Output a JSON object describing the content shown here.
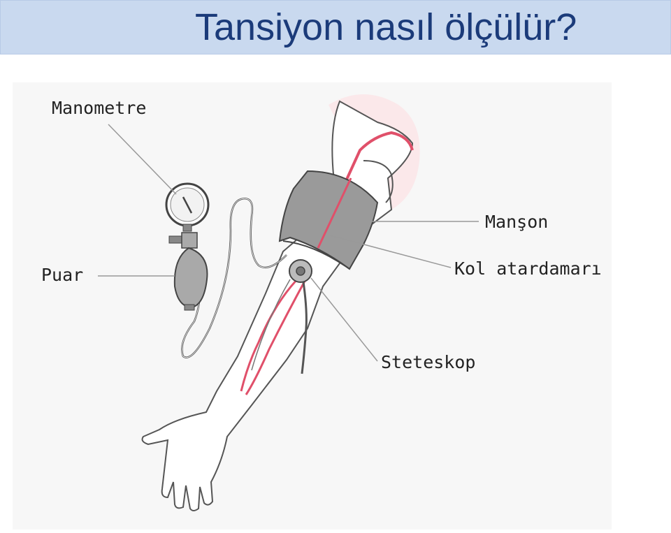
{
  "title": "Tansiyon nasıl ölçülür?",
  "labels": {
    "manometer": "Manometre",
    "bulb": "Puar",
    "cuff": "Manşon",
    "artery": "Kol atardamarı",
    "stethoscope": "Steteskop"
  },
  "colors": {
    "title_bar": "#c9d9ef",
    "title_text": "#1b3b7a",
    "artery": "#e0506a",
    "cuff": "#9a9a9a"
  }
}
